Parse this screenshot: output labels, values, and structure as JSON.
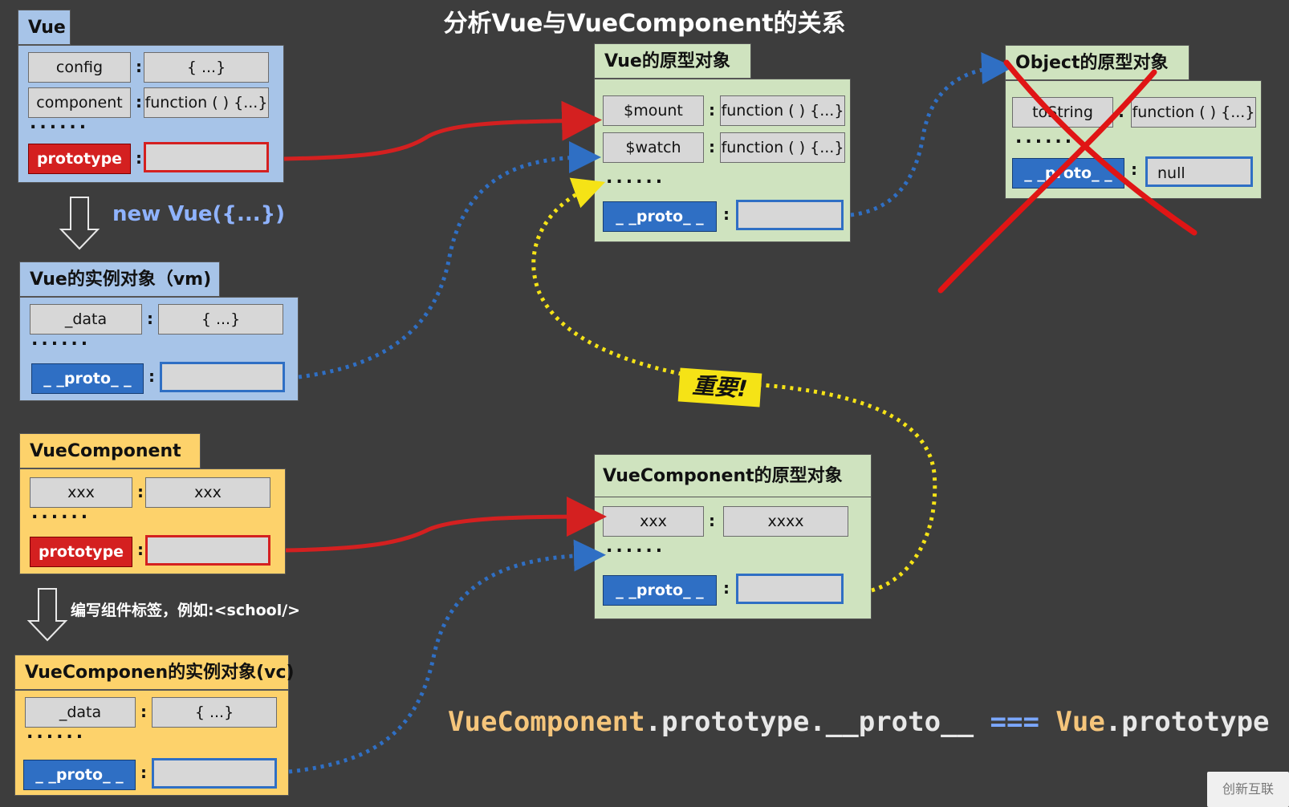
{
  "title": "分析Vue与VueComponent的关系",
  "vue": {
    "tab": "Vue",
    "rows": [
      {
        "key": "config",
        "value": "{ ...}"
      },
      {
        "key": "component",
        "value": "function ( ) {...}"
      }
    ],
    "dots": "......",
    "prototype_key": "prototype"
  },
  "new_vue_label": "new Vue({...})",
  "vm": {
    "tab": "Vue的实例对象（vm)",
    "rows": [
      {
        "key": "_data",
        "value": "{ ...}"
      }
    ],
    "dots": "......",
    "proto_key": "_ _proto_ _"
  },
  "vuecomponent": {
    "tab": "VueComponent",
    "rows": [
      {
        "key": "xxx",
        "value": "xxx"
      }
    ],
    "dots": "......",
    "prototype_key": "prototype"
  },
  "write_tag_label": "编写组件标签，例如:<school/>",
  "vc": {
    "tab": "VueComponen的实例对象(vc)",
    "rows": [
      {
        "key": "_data",
        "value": "{ ...}"
      }
    ],
    "dots": "......",
    "proto_key": "_ _proto_ _"
  },
  "vue_proto": {
    "tab": "Vue的原型对象",
    "rows": [
      {
        "key": "$mount",
        "value": "function ( ) {...}"
      },
      {
        "key": "$watch",
        "value": "function ( ) {...}"
      }
    ],
    "dots": "......",
    "proto_key": "_ _proto_ _"
  },
  "object_proto": {
    "tab": "Object的原型对象",
    "rows": [
      {
        "key": "toString",
        "value": "function ( ) {...}"
      }
    ],
    "dots": "......",
    "proto_key": "_ _proto_ _",
    "proto_value": "null"
  },
  "vc_proto": {
    "tab": "VueComponent的原型对象",
    "rows": [
      {
        "key": "xxx",
        "value": "xxxx"
      }
    ],
    "dots": "......",
    "proto_key": "_ _proto_ _"
  },
  "important_label": "重要!",
  "formula": {
    "part1": "VueComponent",
    "part2": ".prototype.__proto__",
    "part3": " === ",
    "part4": "Vue",
    "part5": ".prototype"
  },
  "watermark": "创新互联",
  "colors": {
    "red": "#d42020",
    "blue": "#2f6fc4",
    "yellow": "#f5e316",
    "background": "#3d3d3d"
  }
}
